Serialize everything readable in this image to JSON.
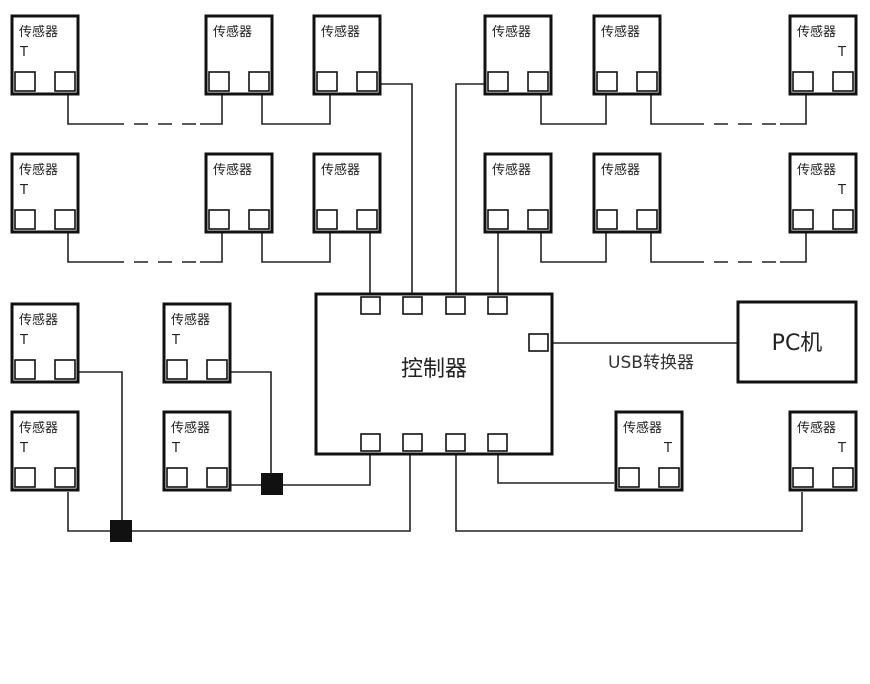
{
  "sensor_label": "传感器",
  "sensor_mark": "T",
  "controller_label": "控制器",
  "usb_label": "USB转换器",
  "pc_label": "PC机"
}
